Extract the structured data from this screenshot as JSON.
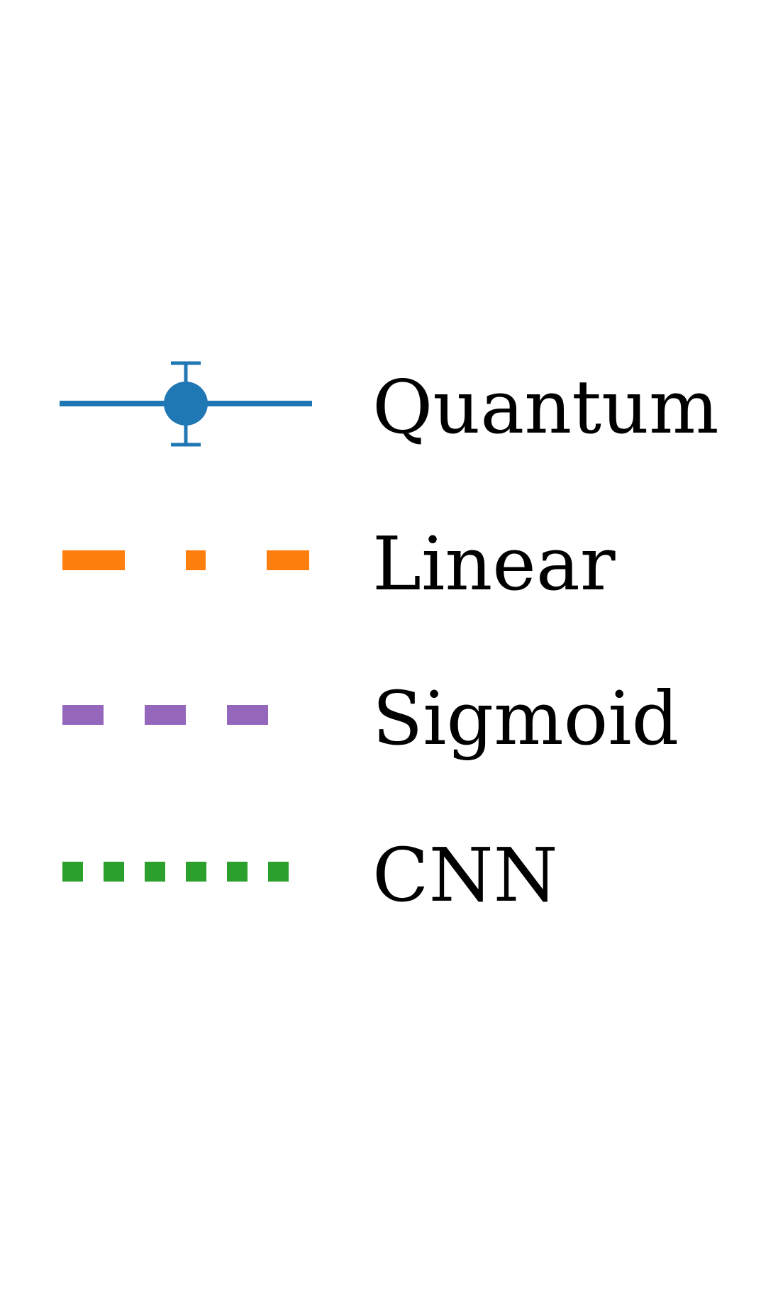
{
  "chart_data": {
    "type": "line",
    "title": "",
    "legend": {
      "placement": "center",
      "entries": [
        {
          "key": "quantum",
          "label": "Quantum",
          "color": "#1f77b4",
          "line_style": "solid",
          "marker": "circle",
          "error_bars": true
        },
        {
          "key": "linear",
          "label": "Linear",
          "color": "#ff7f0e",
          "line_style": "dashdot"
        },
        {
          "key": "sigmoid",
          "label": "Sigmoid",
          "color": "#9467bd",
          "line_style": "dashed"
        },
        {
          "key": "cnn",
          "label": "CNN",
          "color": "#2ca02c",
          "line_style": "dotted"
        }
      ]
    }
  }
}
